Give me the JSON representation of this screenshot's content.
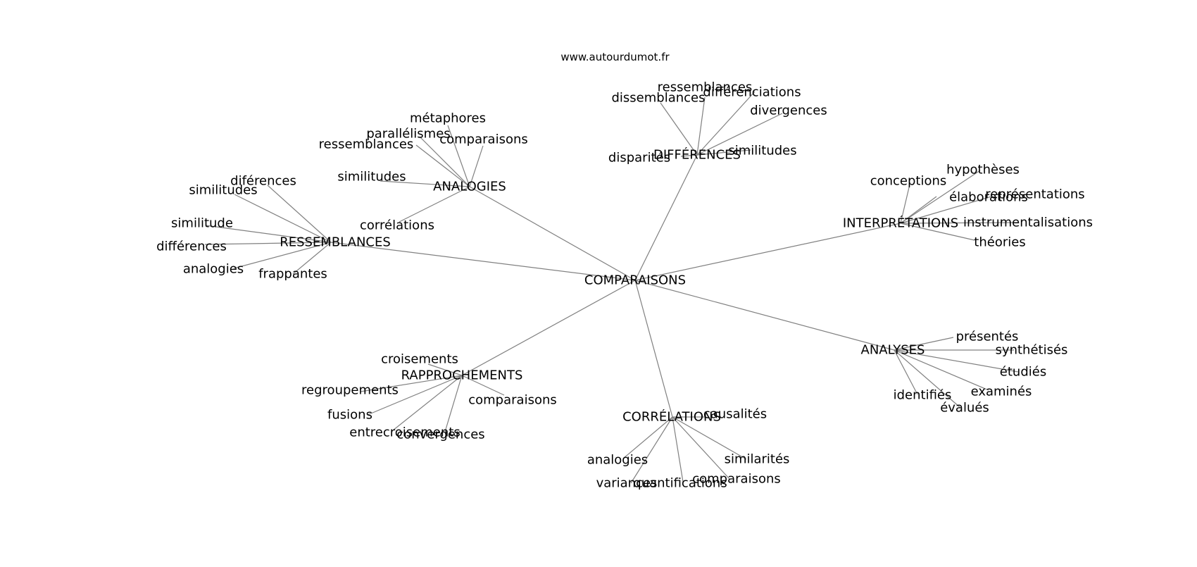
{
  "source": "www.autourdumot.fr",
  "root": "COMPARAISONS",
  "hubs": [
    {
      "label": "ANALOGIES",
      "leaves": [
        "métaphores",
        "parallélismes",
        "ressemblances",
        "comparaisons",
        "similitudes",
        "corrélations"
      ]
    },
    {
      "label": "DIFFÉRENCES",
      "leaves": [
        "ressemblances",
        "dissemblances",
        "différenciations",
        "divergences",
        "disparités",
        "similitudes"
      ]
    },
    {
      "label": "INTERPRÉTATIONS",
      "leaves": [
        "hypothèses",
        "conceptions",
        "représentations",
        "élaborations",
        "instrumentalisations",
        "théories"
      ]
    },
    {
      "label": "RESSEMBLANCES",
      "leaves": [
        "diférences",
        "similitudes",
        "similitude",
        "différences",
        "analogies",
        "frappantes"
      ]
    },
    {
      "label": "ANALYSES",
      "leaves": [
        "présentés",
        "synthétisés",
        "étudiés",
        "examinés",
        "identifiés",
        "évalués"
      ]
    },
    {
      "label": "RAPPROCHEMENTS",
      "leaves": [
        "croisements",
        "regroupements",
        "comparaisons",
        "fusions",
        "entrecroisements",
        "convergences"
      ]
    },
    {
      "label": "CORRÉLATIONS",
      "leaves": [
        "causalités",
        "analogies",
        "similarités",
        "variances",
        "quantifications",
        "comparaisons"
      ]
    }
  ]
}
